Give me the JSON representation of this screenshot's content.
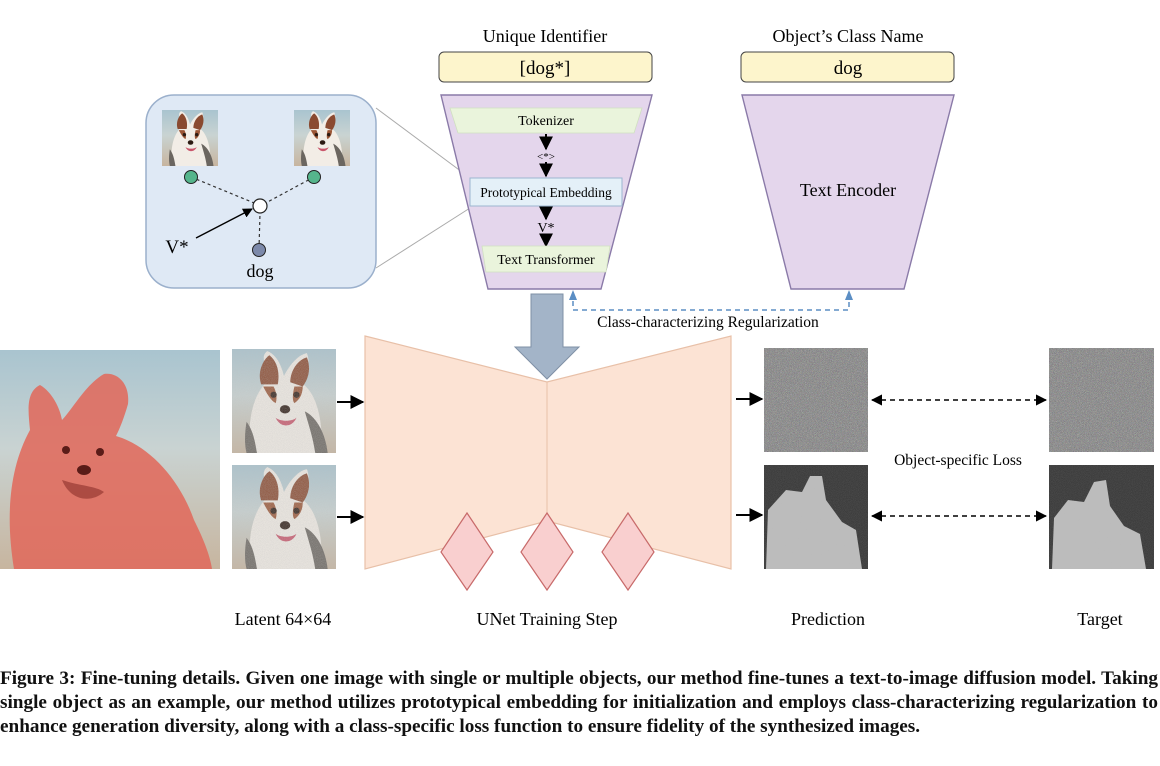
{
  "top": {
    "identifier": {
      "title": "Unique Identifier",
      "value": "[dog*]"
    },
    "class_name": {
      "title": "Object’s Class Name",
      "value": "dog"
    }
  },
  "encoder_left": {
    "tokenizer": "Tokenizer",
    "token": "<*>",
    "proto": "Prototypical Embedding",
    "vstar": "V*",
    "transformer": "Text Transformer"
  },
  "encoder_right": {
    "label": "Text Encoder"
  },
  "inset": {
    "vstar": "V*",
    "dog": "dog"
  },
  "regularization": "Class-characterizing Regularization",
  "loss": "Object-specific Loss",
  "bottom_labels": {
    "latent": "Latent 64×64",
    "unet": "UNet Training Step",
    "prediction": "Prediction",
    "target": "Target"
  },
  "caption": "Figure 3: Fine-tuning details. Given one image with single or multiple objects, our method fine-tunes a text-to-image diffusion model. Taking single object as an example, our method utilizes prototypical embedding for initialization and employs class-characterizing regularization to enhance generation diversity, along with a class-specific loss function to ensure fidelity of the synthesized images.",
  "colors": {
    "yellow_box": "#fdf5cc",
    "encoder": "#e4d6ec",
    "inner_green": "#eaf4dc",
    "proto": "#e4f0f8",
    "inset": "#dfe9f5",
    "unet": "#fce3d4",
    "diamond": "#f9cfcf",
    "arrow_gray": "#a3b4c8",
    "dashed_blue": "#5b8ec4",
    "node_green": "#55b58c",
    "node_blue": "#7c89aa",
    "overlay_red": "#e06a5c"
  }
}
